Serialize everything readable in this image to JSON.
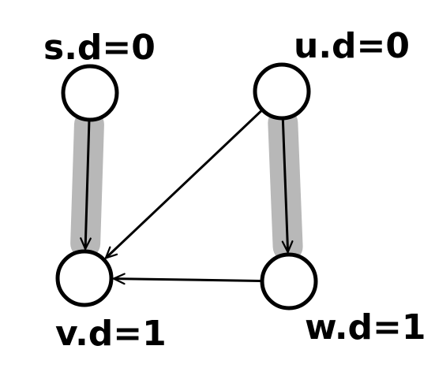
{
  "colors": {
    "highlight": "#b8b8b8",
    "stroke": "#000000",
    "background": "#ffffff"
  },
  "nodes": [
    {
      "id": "s",
      "label": "s.d=0"
    },
    {
      "id": "u",
      "label": "u.d=0"
    },
    {
      "id": "v",
      "label": "v.d=1"
    },
    {
      "id": "w",
      "label": "w.d=1"
    }
  ],
  "edges": [
    {
      "from": "s",
      "to": "v",
      "highlighted": true
    },
    {
      "from": "u",
      "to": "w",
      "highlighted": true
    },
    {
      "from": "u",
      "to": "v",
      "highlighted": false
    },
    {
      "from": "w",
      "to": "v",
      "highlighted": false
    }
  ]
}
